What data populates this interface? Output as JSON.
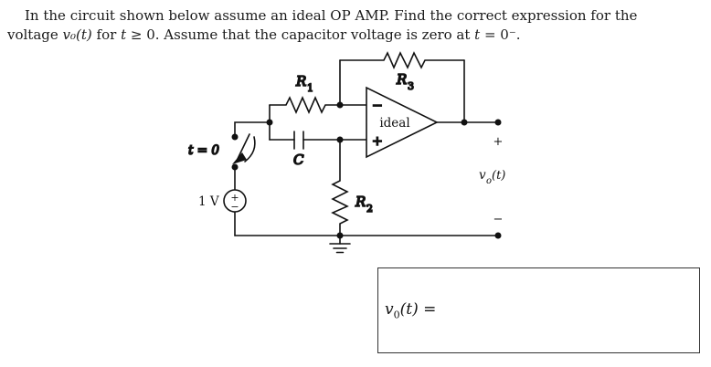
{
  "colors": {
    "ink": "#111111",
    "background": "#ffffff",
    "box_border": "#333333"
  },
  "problem": {
    "line1": "In the circuit shown below assume an ideal OP AMP. Find the correct expression for the",
    "line2": {
      "a": "voltage ",
      "b": "v₀(t)",
      "c": " for ",
      "d": "t",
      "e": " ≥ 0. Assume that the capacitor voltage is zero at ",
      "f": "t",
      "g": " = 0⁻."
    }
  },
  "circuit": {
    "labels": {
      "r1_base": "R",
      "r1_sub": "1",
      "r2_base": "R",
      "r2_sub": "2",
      "r3_base": "R",
      "r3_sub": "3",
      "capacitor": "C",
      "opamp": "ideal",
      "opamp_inverting_sign": "−",
      "opamp_noninverting_sign": "+",
      "switch_time": "t = 0",
      "source_value": "1 V",
      "source_plus": "+",
      "source_minus": "−",
      "output_plus": "+",
      "output_minus": "−",
      "vout_base": "v",
      "vout_sub": "o",
      "vout_rest": "(t)"
    }
  },
  "answer_box": {
    "label_base": "v",
    "label_sub": "0",
    "label_rest": "(t) ="
  }
}
